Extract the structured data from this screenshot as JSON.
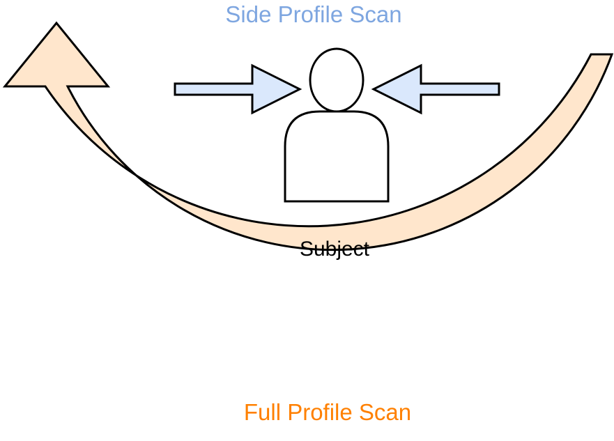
{
  "labels": {
    "side_profile": "Side Profile Scan",
    "subject": "Subject",
    "full_profile": "Full Profile Scan"
  },
  "colors": {
    "side_text": "#7ea6e0",
    "side_arrow_fill": "#dae8fc",
    "subject_text": "#000000",
    "full_text": "#ff8000",
    "full_arrow_fill": "#ffe6cc",
    "stroke": "#000000"
  }
}
